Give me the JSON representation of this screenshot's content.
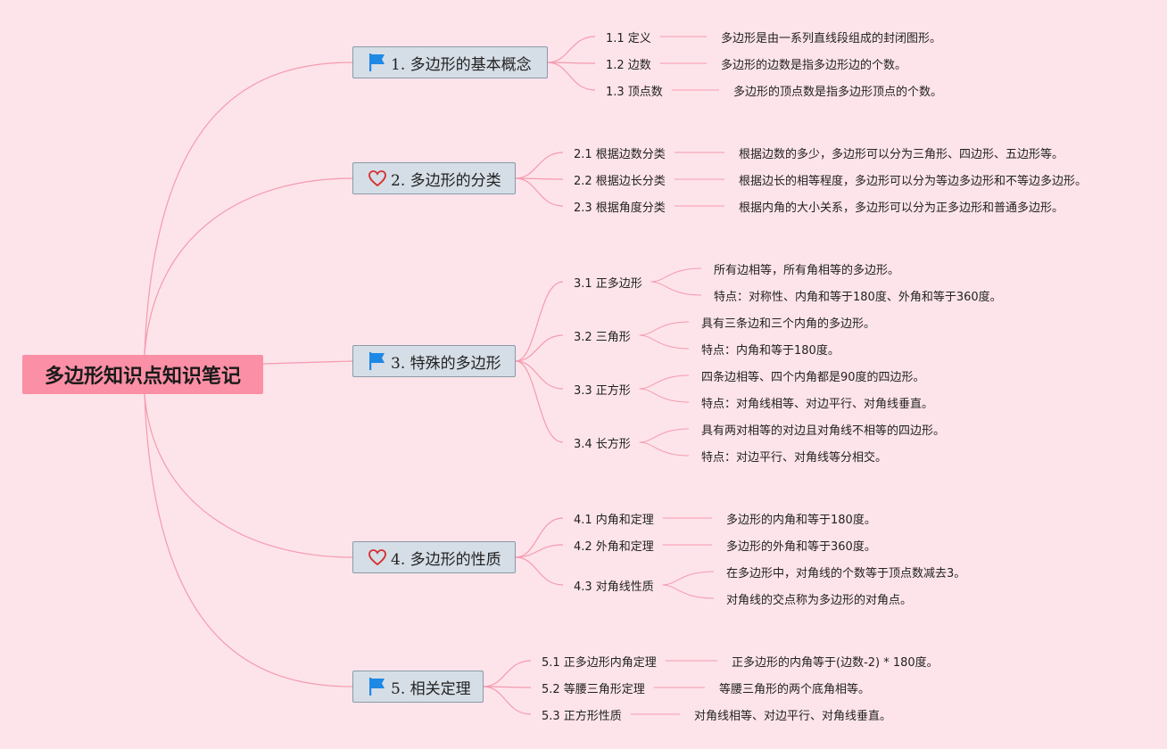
{
  "title": "多边形知识点知识笔记",
  "colors": {
    "background": "#fde4ea",
    "root": "#fb8fa5",
    "branch_fill": "#d5dde6",
    "branch_border": "#8c9aa8",
    "line": "#f59ab0",
    "flag": "#1e88e5",
    "heart": "#d32f2f"
  },
  "branches": [
    {
      "label": "1. 多边形的基本概念",
      "icon": "flag-icon",
      "children": [
        {
          "label": "1.1 定义",
          "notes": [
            "多边形是由一系列直线段组成的封闭图形。"
          ]
        },
        {
          "label": "1.2 边数",
          "notes": [
            "多边形的边数是指多边形边的个数。"
          ]
        },
        {
          "label": "1.3 顶点数",
          "notes": [
            "多边形的顶点数是指多边形顶点的个数。"
          ]
        }
      ]
    },
    {
      "label": "2. 多边形的分类",
      "icon": "heart-icon",
      "children": [
        {
          "label": "2.1 根据边数分类",
          "notes": [
            "根据边数的多少，多边形可以分为三角形、四边形、五边形等。"
          ]
        },
        {
          "label": "2.2 根据边长分类",
          "notes": [
            "根据边长的相等程度，多边形可以分为等边多边形和不等边多边形。"
          ]
        },
        {
          "label": "2.3 根据角度分类",
          "notes": [
            "根据内角的大小关系，多边形可以分为正多边形和普通多边形。"
          ]
        }
      ]
    },
    {
      "label": "3. 特殊的多边形",
      "icon": "flag-icon",
      "children": [
        {
          "label": "3.1 正多边形",
          "notes": [
            "所有边相等，所有角相等的多边形。",
            "特点：对称性、内角和等于180度、外角和等于360度。"
          ]
        },
        {
          "label": "3.2 三角形",
          "notes": [
            "具有三条边和三个内角的多边形。",
            "特点：内角和等于180度。"
          ]
        },
        {
          "label": "3.3 正方形",
          "notes": [
            "四条边相等、四个内角都是90度的四边形。",
            "特点：对角线相等、对边平行、对角线垂直。"
          ]
        },
        {
          "label": "3.4 长方形",
          "notes": [
            "具有两对相等的对边且对角线不相等的四边形。",
            "特点：对边平行、对角线等分相交。"
          ]
        }
      ]
    },
    {
      "label": "4. 多边形的性质",
      "icon": "heart-icon",
      "children": [
        {
          "label": "4.1 内角和定理",
          "notes": [
            "多边形的内角和等于180度。"
          ]
        },
        {
          "label": "4.2 外角和定理",
          "notes": [
            "多边形的外角和等于360度。"
          ]
        },
        {
          "label": "4.3 对角线性质",
          "notes": [
            "在多边形中，对角线的个数等于顶点数减去3。",
            "对角线的交点称为多边形的对角点。"
          ]
        }
      ]
    },
    {
      "label": "5. 相关定理",
      "icon": "flag-icon",
      "children": [
        {
          "label": "5.1 正多边形内角定理",
          "notes": [
            "正多边形的内角等于(边数-2) * 180度。"
          ]
        },
        {
          "label": "5.2 等腰三角形定理",
          "notes": [
            "等腰三角形的两个底角相等。"
          ]
        },
        {
          "label": "5.3 正方形性质",
          "notes": [
            "对角线相等、对边平行、对角线垂直。"
          ]
        }
      ]
    }
  ]
}
